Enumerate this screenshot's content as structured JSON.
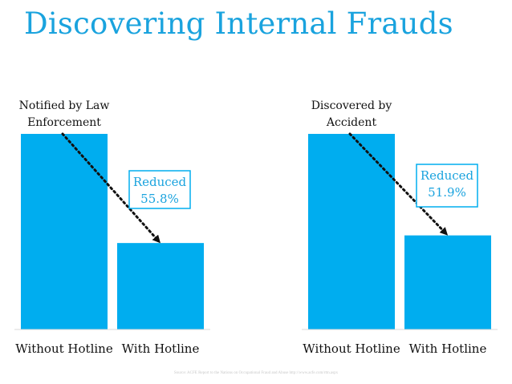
{
  "slide": {
    "title": "Discovering Internal Frauds",
    "source": "Source: ACFE Report to the Nations on Occupational Fraud and Abuse http://www.acfe.com/rttn.aspx"
  },
  "colors": {
    "bar": "#00adef",
    "title": "#1aa3de",
    "callout_text": "#1aa3de",
    "arrow": "#111111"
  },
  "chart_data": [
    {
      "type": "bar",
      "title_lines": [
        "Notified by Law",
        "Enforcement"
      ],
      "categories": [
        "Without Hotline",
        "With Hotline"
      ],
      "values": [
        100,
        44.2
      ],
      "ylim": [
        0,
        100
      ],
      "annotation": [
        "Reduced",
        "55.8%"
      ]
    },
    {
      "type": "bar",
      "title_lines": [
        "Discovered by",
        "Accident"
      ],
      "categories": [
        "Without Hotline",
        "With Hotline"
      ],
      "values": [
        100,
        48.1
      ],
      "ylim": [
        0,
        100
      ],
      "annotation": [
        "Reduced",
        "51.9%"
      ]
    }
  ]
}
